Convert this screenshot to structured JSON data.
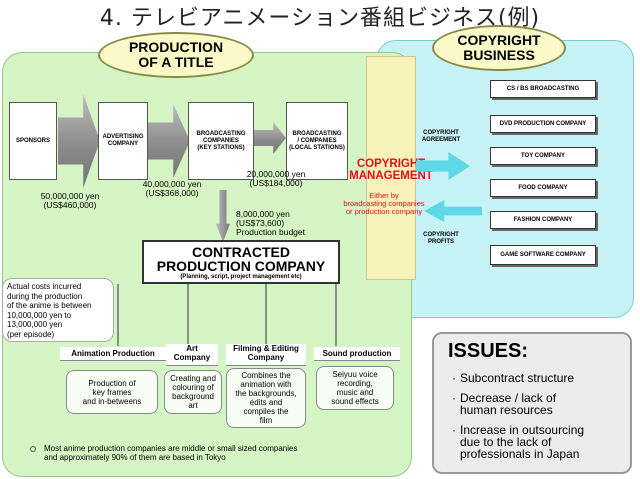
{
  "title": "4. テレビアニメーション番組ビジネス(例)",
  "production": {
    "heading_line1": "PRODUCTION",
    "heading_line2": "OF A TITLE"
  },
  "copyright_business": {
    "heading_line1": "COPYRIGHT",
    "heading_line2": "BUSINESS",
    "companies": [
      "CS / BS BROADCASTING",
      "DVD PRODUCTION COMPANY",
      "TOY COMPANY",
      "FOOD COMPANY",
      "FASHION COMPANY",
      "GAME SOFTWARE COMPANY"
    ],
    "agreement_line1": "COPYRIGHT",
    "agreement_line2": "AGREEMENT",
    "profits_line1": "COPYRIGHT",
    "profits_line2": "PROFITS"
  },
  "flow": {
    "sponsors": "SPONSORS",
    "advertising_line1": "ADVERTISING",
    "advertising_line2": "COMPANY",
    "key_line1": "BROADCASTING",
    "key_line2": "COMPANIES",
    "key_line3": "(KEY STATIONS)",
    "local_line1": "BROADCASTING",
    "local_line2": "/ COMPANIES",
    "local_line3": "(LOCAL STATIONS)",
    "amount1_line1": "50,000,000 yen",
    "amount1_line2": "(US$460,000)",
    "amount2_line1": "40,000,000 yen",
    "amount2_line2": "(US$368,000)",
    "amount3_line1": "20,000,000 yen",
    "amount3_line2": "(US$184,000)",
    "amount4_line1": "8,000,000 yen",
    "amount4_line2": "(US$73,600)",
    "amount4_line3": "Production budget"
  },
  "copyright_management": {
    "line1": "COPYRIGHT",
    "line2": "MANAGEMENT",
    "note_line1": "Either by",
    "note_line2": "broadcasting companies",
    "note_line3": "or production company"
  },
  "contracted": {
    "line1": "CONTRACTED",
    "line2": "PRODUCTION COMPANY",
    "sub": "(Planning, script, project management etc)"
  },
  "costs_note": [
    "Actual costs incurred",
    "during the production",
    "of the anime is between",
    "10,000,000 yen to",
    "13,000,000 yen",
    "(per episode)"
  ],
  "subcontractors": [
    {
      "label": "Animation Production",
      "desc": [
        "Production of",
        "key frames",
        "and in-betweens"
      ]
    },
    {
      "label_line1": "Art",
      "label_line2": "Company",
      "desc": [
        "Creating and",
        "colouring of",
        "background",
        "art"
      ]
    },
    {
      "label_line1": "Filming & Editing",
      "label_line2": "Company",
      "desc": [
        "Combines the",
        "animation with",
        "the backgrounds,",
        "edits and",
        "compiles the",
        "film"
      ]
    },
    {
      "label": "Sound production",
      "desc": [
        "Seiyuu voice",
        "recording,",
        "music and",
        "sound effects"
      ]
    }
  ],
  "footnote_line1": "Most anime production companies are middle or small sized companies",
  "footnote_line2": "and approximately 90% of them are based in Tokyo",
  "issues": {
    "heading": "ISSUES:",
    "items": [
      [
        "Subcontract structure"
      ],
      [
        "Decrease / lack of",
        "human resources"
      ],
      [
        "Increase in outsourcing",
        "due to the lack of",
        "professionals in Japan"
      ]
    ]
  },
  "colors": {
    "production_panel": "#d5f5c5",
    "copyright_panel": "#c7f3f7",
    "management_column": "#f7f2b8",
    "management_text": "#e0101e",
    "arrow_cyan": "#5fd8e8"
  }
}
